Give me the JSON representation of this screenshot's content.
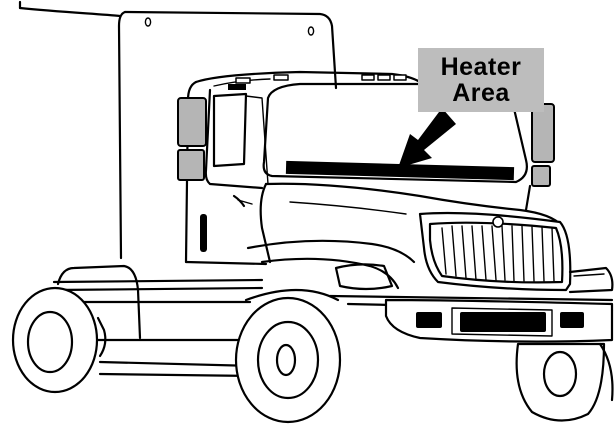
{
  "callout": {
    "line1": "Heater",
    "line2": "Area"
  },
  "colors": {
    "callout_background": "#bdbdbd",
    "heater_strip": "#000000",
    "mirror_fill": "#b5b5b5",
    "outline": "#000000"
  },
  "icons": [
    "truck-illustration",
    "arrow-icon"
  ]
}
